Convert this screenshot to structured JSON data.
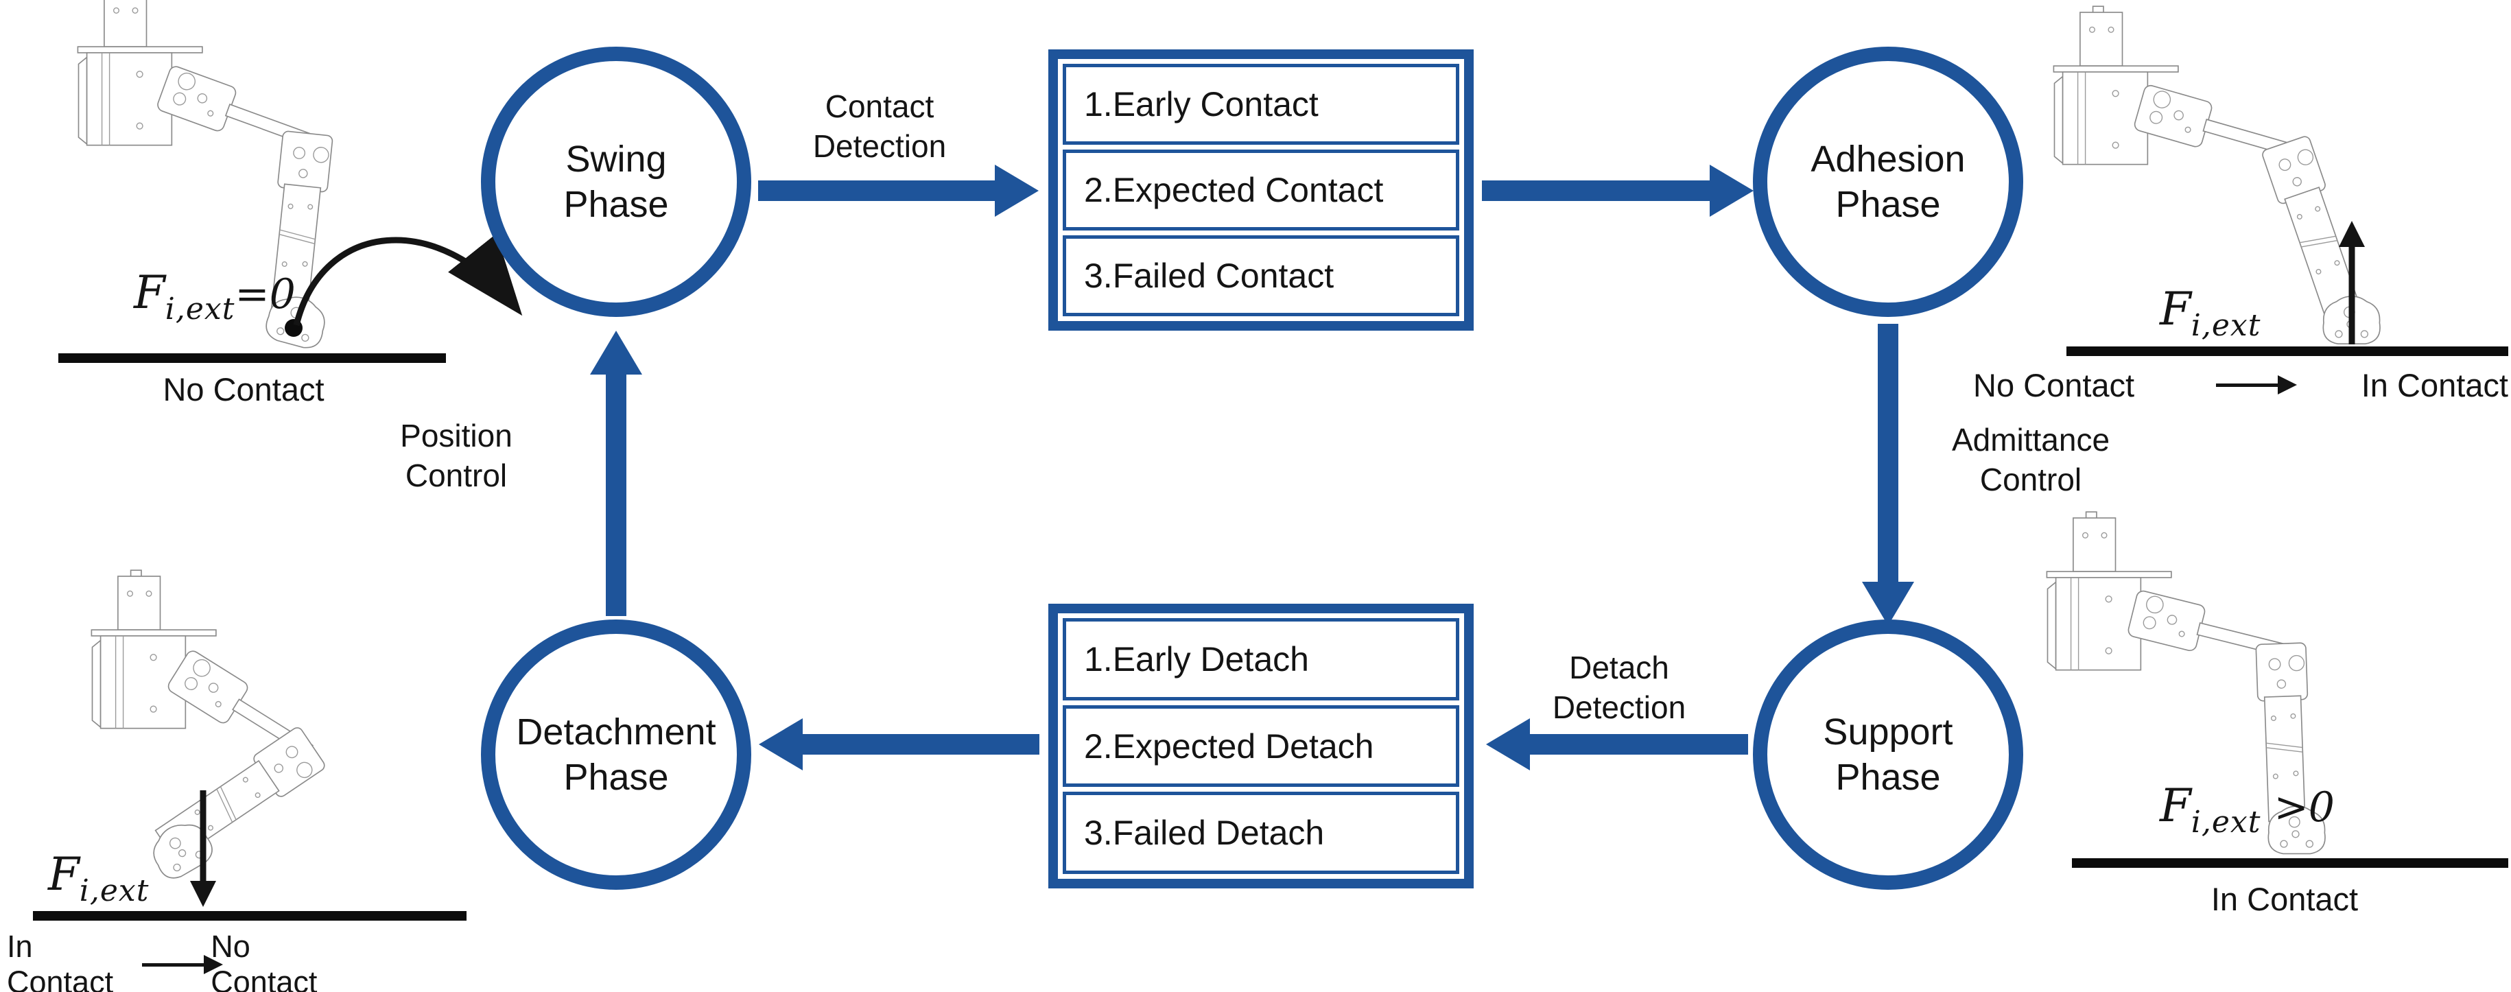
{
  "colors": {
    "accent": "#1e549a",
    "ink": "#141414"
  },
  "phases": {
    "swing": {
      "line1": "Swing",
      "line2": "Phase"
    },
    "adhesion": {
      "line1": "Adhesion",
      "line2": "Phase"
    },
    "support": {
      "line1": "Support",
      "line2": "Phase"
    },
    "detachment": {
      "line1": "Detachment",
      "line2": "Phase"
    }
  },
  "boxes": {
    "contact": {
      "items": [
        "1.Early Contact",
        "2.Expected Contact",
        "3.Failed Contact"
      ]
    },
    "detach": {
      "items": [
        "1.Early Detach",
        "2.Expected Detach",
        "3.Failed Detach"
      ]
    }
  },
  "transitions": {
    "contact_detection": {
      "line1": "Contact",
      "line2": "Detection"
    },
    "admittance_control": {
      "line1": "Admittance",
      "line2": "Control"
    },
    "detach_detection": {
      "line1": "Detach",
      "line2": "Detection"
    },
    "position_control": {
      "line1": "Position",
      "line2": "Control"
    }
  },
  "corners": {
    "top_left": {
      "force_symbol": "F",
      "force_sub": "i,ext",
      "force_suffix": "=0",
      "ground_label": "No Contact"
    },
    "top_right": {
      "force_symbol": "F",
      "force_sub": "i,ext",
      "force_suffix": "",
      "caption_from": "No Contact",
      "caption_to": "In Contact"
    },
    "bottom_left": {
      "force_symbol": "F",
      "force_sub": "i,ext",
      "force_suffix": "",
      "caption_from": "In Contact",
      "caption_to": "No Contact"
    },
    "bottom_right": {
      "force_symbol": "F",
      "force_sub": "i,ext",
      "force_suffix": " >0",
      "ground_label": "In Contact"
    }
  }
}
